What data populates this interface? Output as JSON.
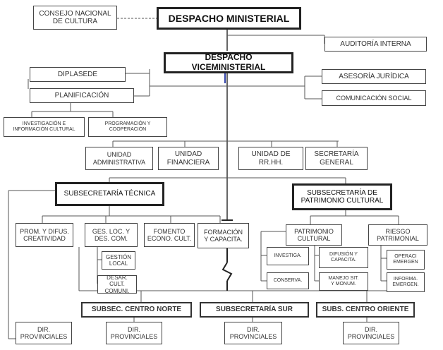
{
  "org": {
    "despacho_ministerial": "DESPACHO MINISTERIAL",
    "consejo_nacional": "CONSEJO NACIONAL\nDE CULTURA",
    "auditoria_interna": "AUDITORÍA INTERNA",
    "despacho_viceministerial": "DESPACHO VICEMINISTERIAL",
    "diplasede": "DIPLASEDE",
    "planificacion": "PLANIFICACIÓN",
    "asesoria_juridica": "ASESORÍA JURÍDICA",
    "comunicacion_social": "COMUNICACIÓN SOCIAL",
    "investigacion": "INVESTIGACIÓN E\nINFORMACIÓN CULTURAL",
    "programacion": "PROGRAMACIÓN Y\nCOOPERACIÓN",
    "unidad_administrativa": "UNIDAD\nADMINISTRATIVA",
    "unidad_financiera": "UNIDAD\nFINANCIERA",
    "unidad_rrhh": "UNIDAD DE\nRR.HH.",
    "secretaria_general": "SECRETARÍA\nGENERAL",
    "subsec_tecnica": "SUBSECRETARÍA TÉCNICA",
    "subsec_patrimonio": "SUBSECRETARÍA DE\nPATRIMONIO CULTURAL",
    "prom_difus": "PROM. Y DIFUS.\nCREATIVIDAD",
    "ges_loc": "GES. LOC. Y\nDES. COM.",
    "fomento": "FOMENTO\nECONO. CULT.",
    "formacion": "FORMACIÓN\nY CAPACITA.",
    "gestion_local": "GESTIÓN\nLOCAL",
    "desar_cult": "DESAR. CULT.\nCOMUNI.",
    "patrimonio_cultural": "PATRIMONIO\nCULTURAL",
    "riesgo_patrimonial": "RIESGO\nPATRIMONIAL",
    "investiga": "INVESTIGA.",
    "conserva": "CONSERVA.",
    "difusion_capacita": "DIFUSIÓN Y\nCAPACITA.",
    "manejo_sit": "MANEJO SIT.\nY MONUM.",
    "operaci_emergen": "OPERACI\nEMERGEN",
    "informa_emergen": "INFORMA.\nEMERGEN.",
    "subsec_norte": "SUBSEC. CENTRO NORTE",
    "subsec_sur": "SUBSECRETARÍA SUR",
    "subs_oriente": "SUBS. CENTRO ORIENTE",
    "dir_prov_1": "DIR.\nPROVINCIALES",
    "dir_prov_2": "DIR.\nPROVINCIALES",
    "dir_prov_3": "DIR.\nPROVINCIALES",
    "dir_prov_4": "DIR.\nPROVINCIALES"
  }
}
